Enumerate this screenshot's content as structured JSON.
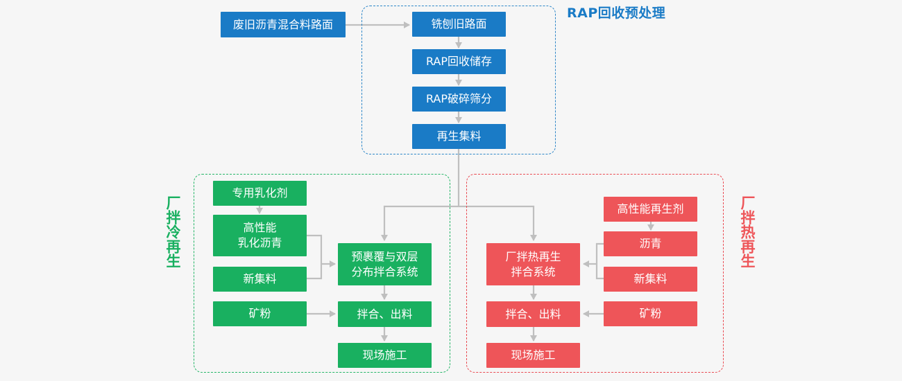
{
  "regions": {
    "rap": {
      "title": "RAP回收预处理"
    },
    "cold": {
      "title": "厂拌冷再生"
    },
    "hot": {
      "title": "厂拌热再生"
    }
  },
  "boxes": {
    "source": "废旧沥青混合料路面",
    "milling": "铣刨旧路面",
    "storage": "RAP回收储存",
    "crushing": "RAP破碎筛分",
    "recycled_aggregate": "再生集料",
    "cold_emulsifier": "专用乳化剂",
    "cold_asphalt": "高性能\n乳化沥青",
    "cold_new_aggregate": "新集料",
    "cold_mineral": "矿粉",
    "cold_system": "预裹覆与双层\n分布拌合系统",
    "cold_mix": "拌合、出料",
    "cold_construction": "现场施工",
    "hot_agent": "高性能再生剂",
    "hot_asphalt": "沥青",
    "hot_new_aggregate": "新集料",
    "hot_mineral": "矿粉",
    "hot_system": "厂拌热再生\n拌合系统",
    "hot_mix": "拌合、出料",
    "hot_construction": "现场施工"
  },
  "colors": {
    "blue": "#1a7bc6",
    "green": "#19b060",
    "red": "#ee5559",
    "connector": "#bfbfbf"
  }
}
